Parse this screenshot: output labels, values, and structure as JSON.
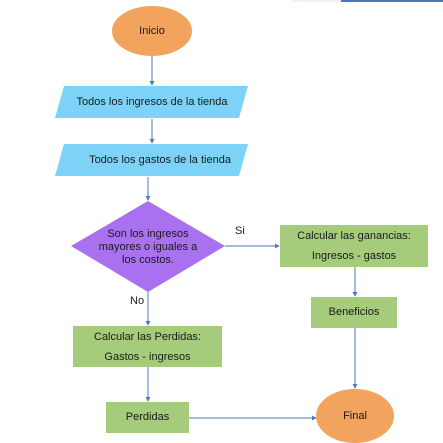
{
  "colors": {
    "terminator": "#f2a35e",
    "io": "#7dd3f7",
    "decision": "#a970f0",
    "process": "#a5cc7b",
    "connector": "#4a7ab8"
  },
  "nodes": {
    "inicio": "Inicio",
    "ingresos": "Todos los ingresos de la tienda",
    "gastos": "Todos los gastos de la tienda",
    "decision": [
      "Son los ingresos",
      "mayores o iguales a",
      "los costos."
    ],
    "ganancias": [
      "Calcular las ganancias:",
      "Ingresos - gastos"
    ],
    "beneficios": "Beneficios",
    "perdidas_calc": [
      "Calcular las Perdidas:",
      "Gastos - ingresos"
    ],
    "perdidas": "Perdidas",
    "final": "Final"
  },
  "edges": {
    "yes": "Si",
    "no": "No"
  }
}
